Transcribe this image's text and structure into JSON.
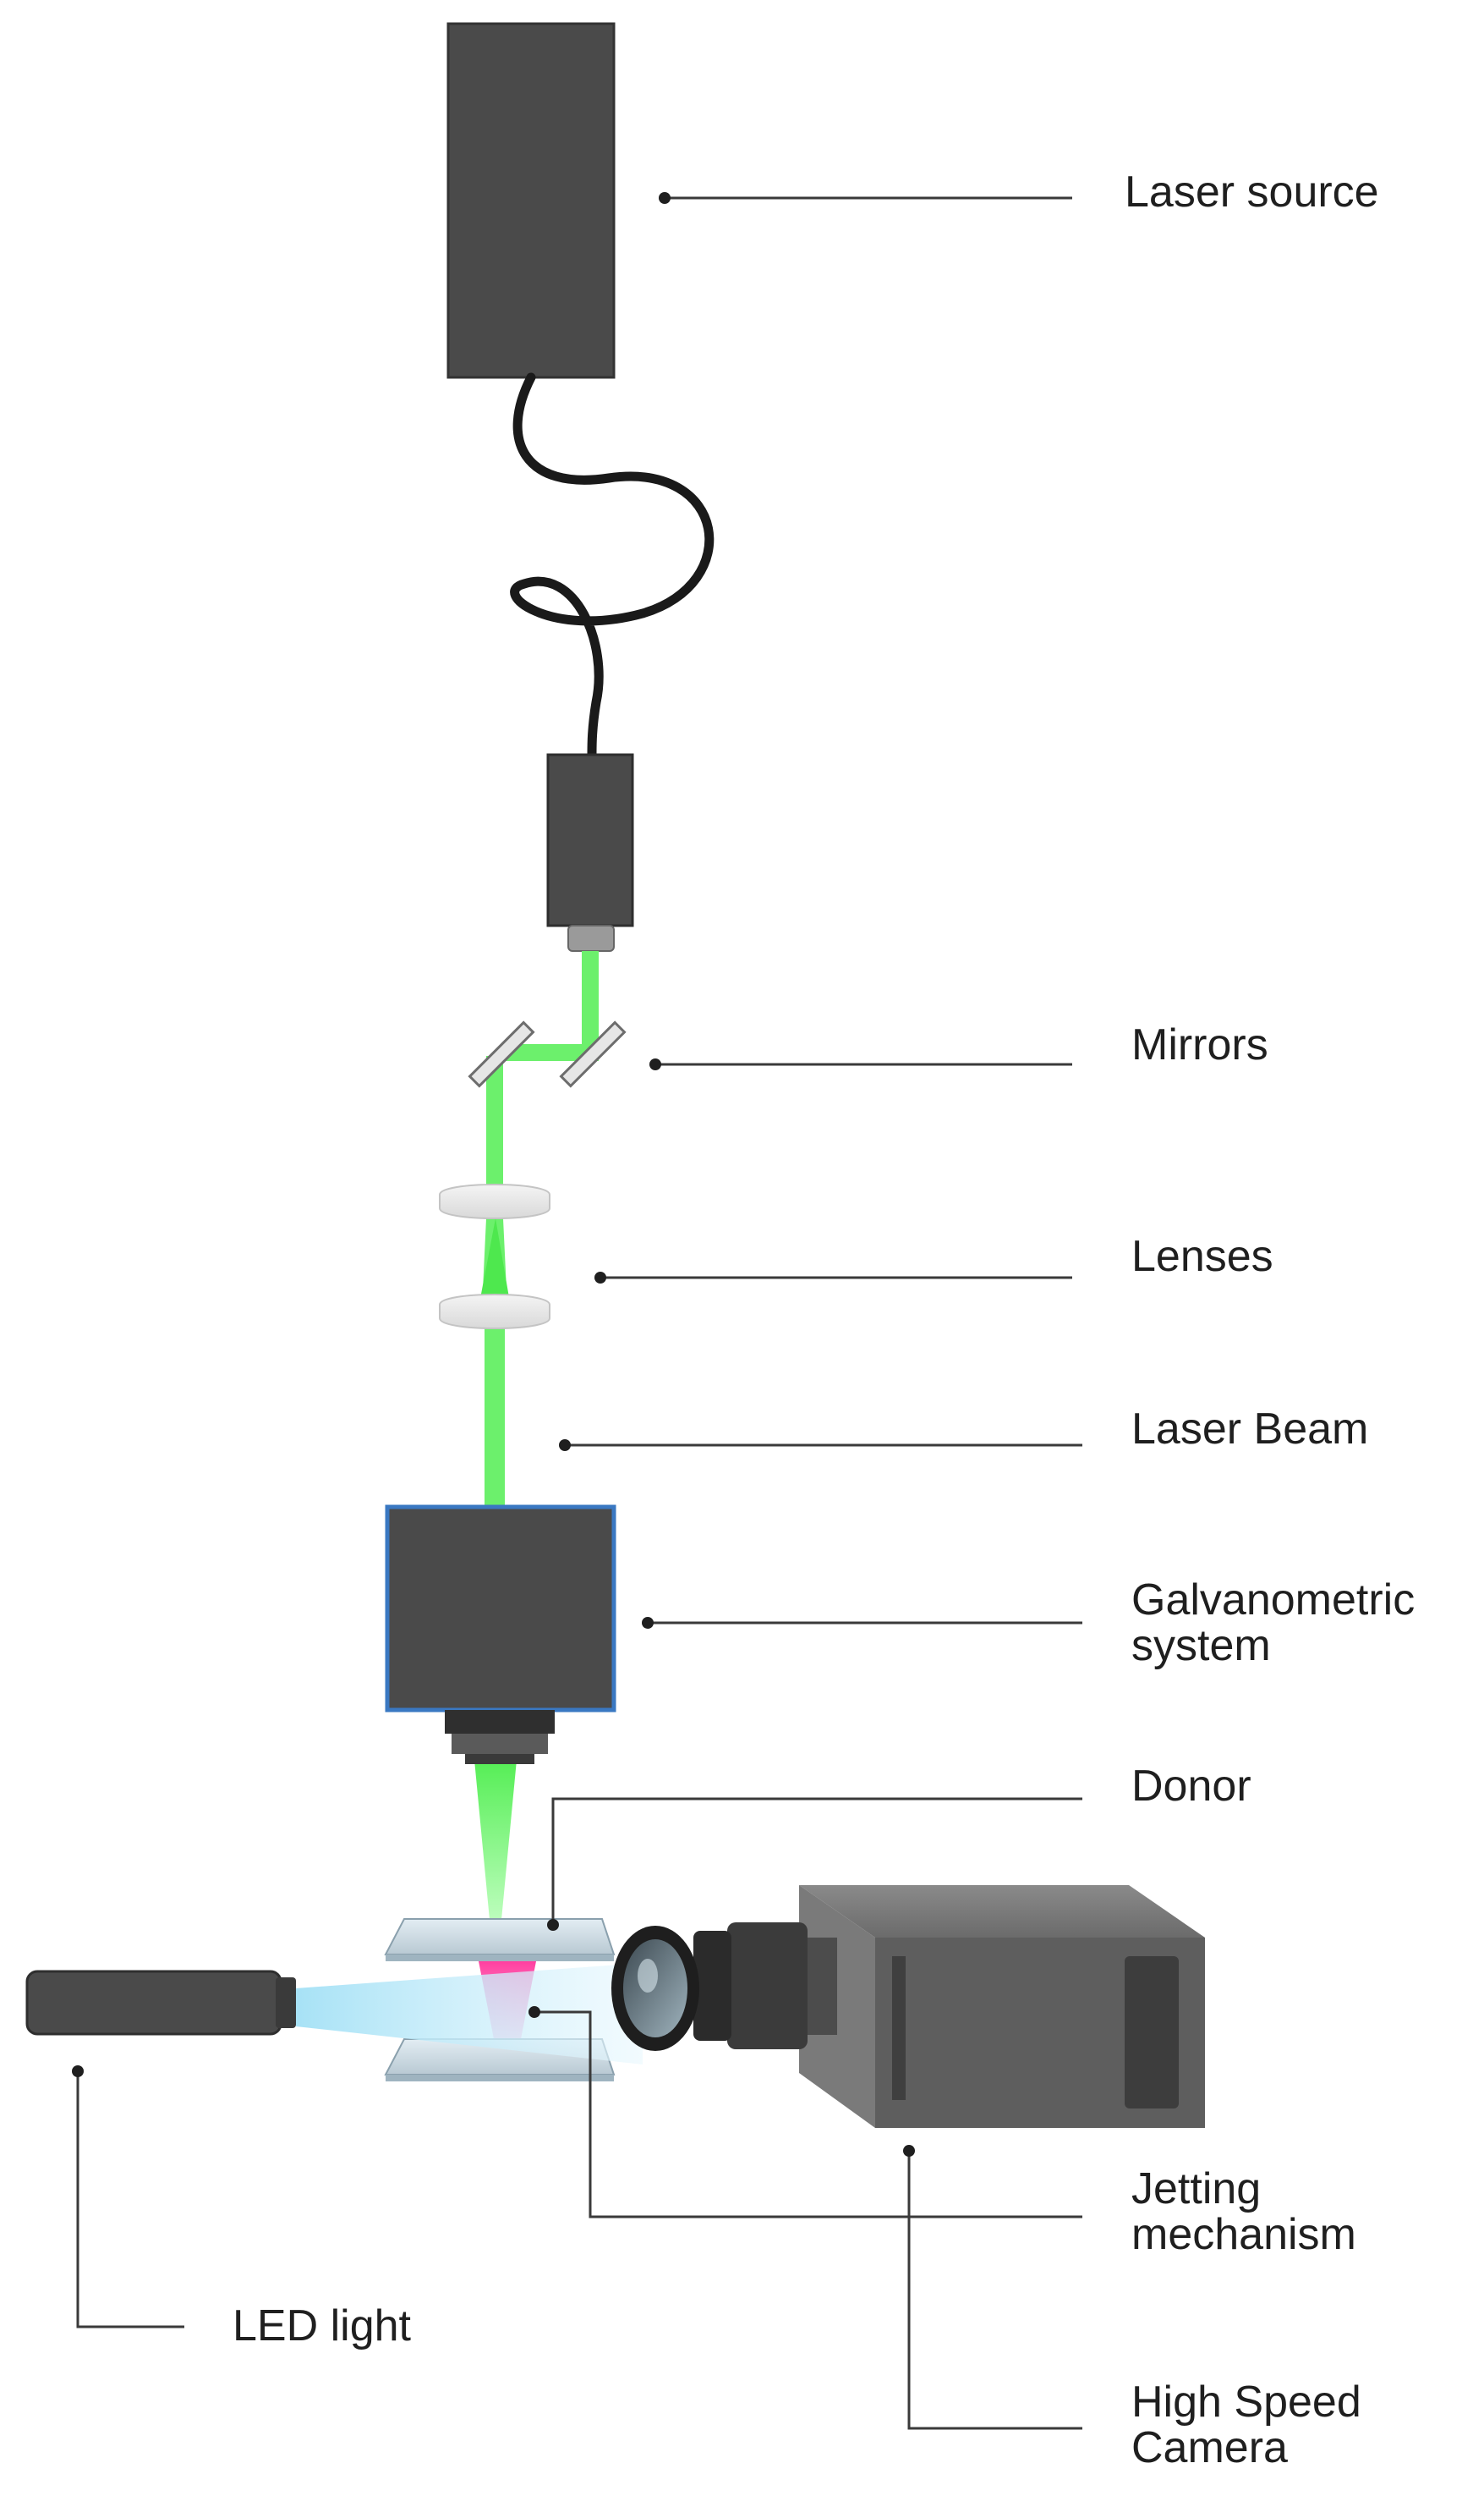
{
  "labels": {
    "laser_source": "Laser source",
    "mirrors": "Mirrors",
    "lenses": "Lenses",
    "laser_beam": "Laser Beam",
    "galvanometric_line1": "Galvanometric",
    "galvanometric_line2": "system",
    "donor": "Donor",
    "jetting_line1": "Jetting",
    "jetting_line2": "mechanism",
    "led_light": "LED light",
    "camera_line1": "High Speed",
    "camera_line2": "Camera"
  },
  "colors": {
    "device_dark": "#4a4a4a",
    "device_edge": "#2e2e2e",
    "beam_green": "#6cf06c",
    "galvo_border": "#3a78c2",
    "jet_pink": "#f04fa5",
    "light_cone": "#bfe9f7",
    "leader_line": "#3a3a3a",
    "camera_body": "#5a5a5a"
  }
}
